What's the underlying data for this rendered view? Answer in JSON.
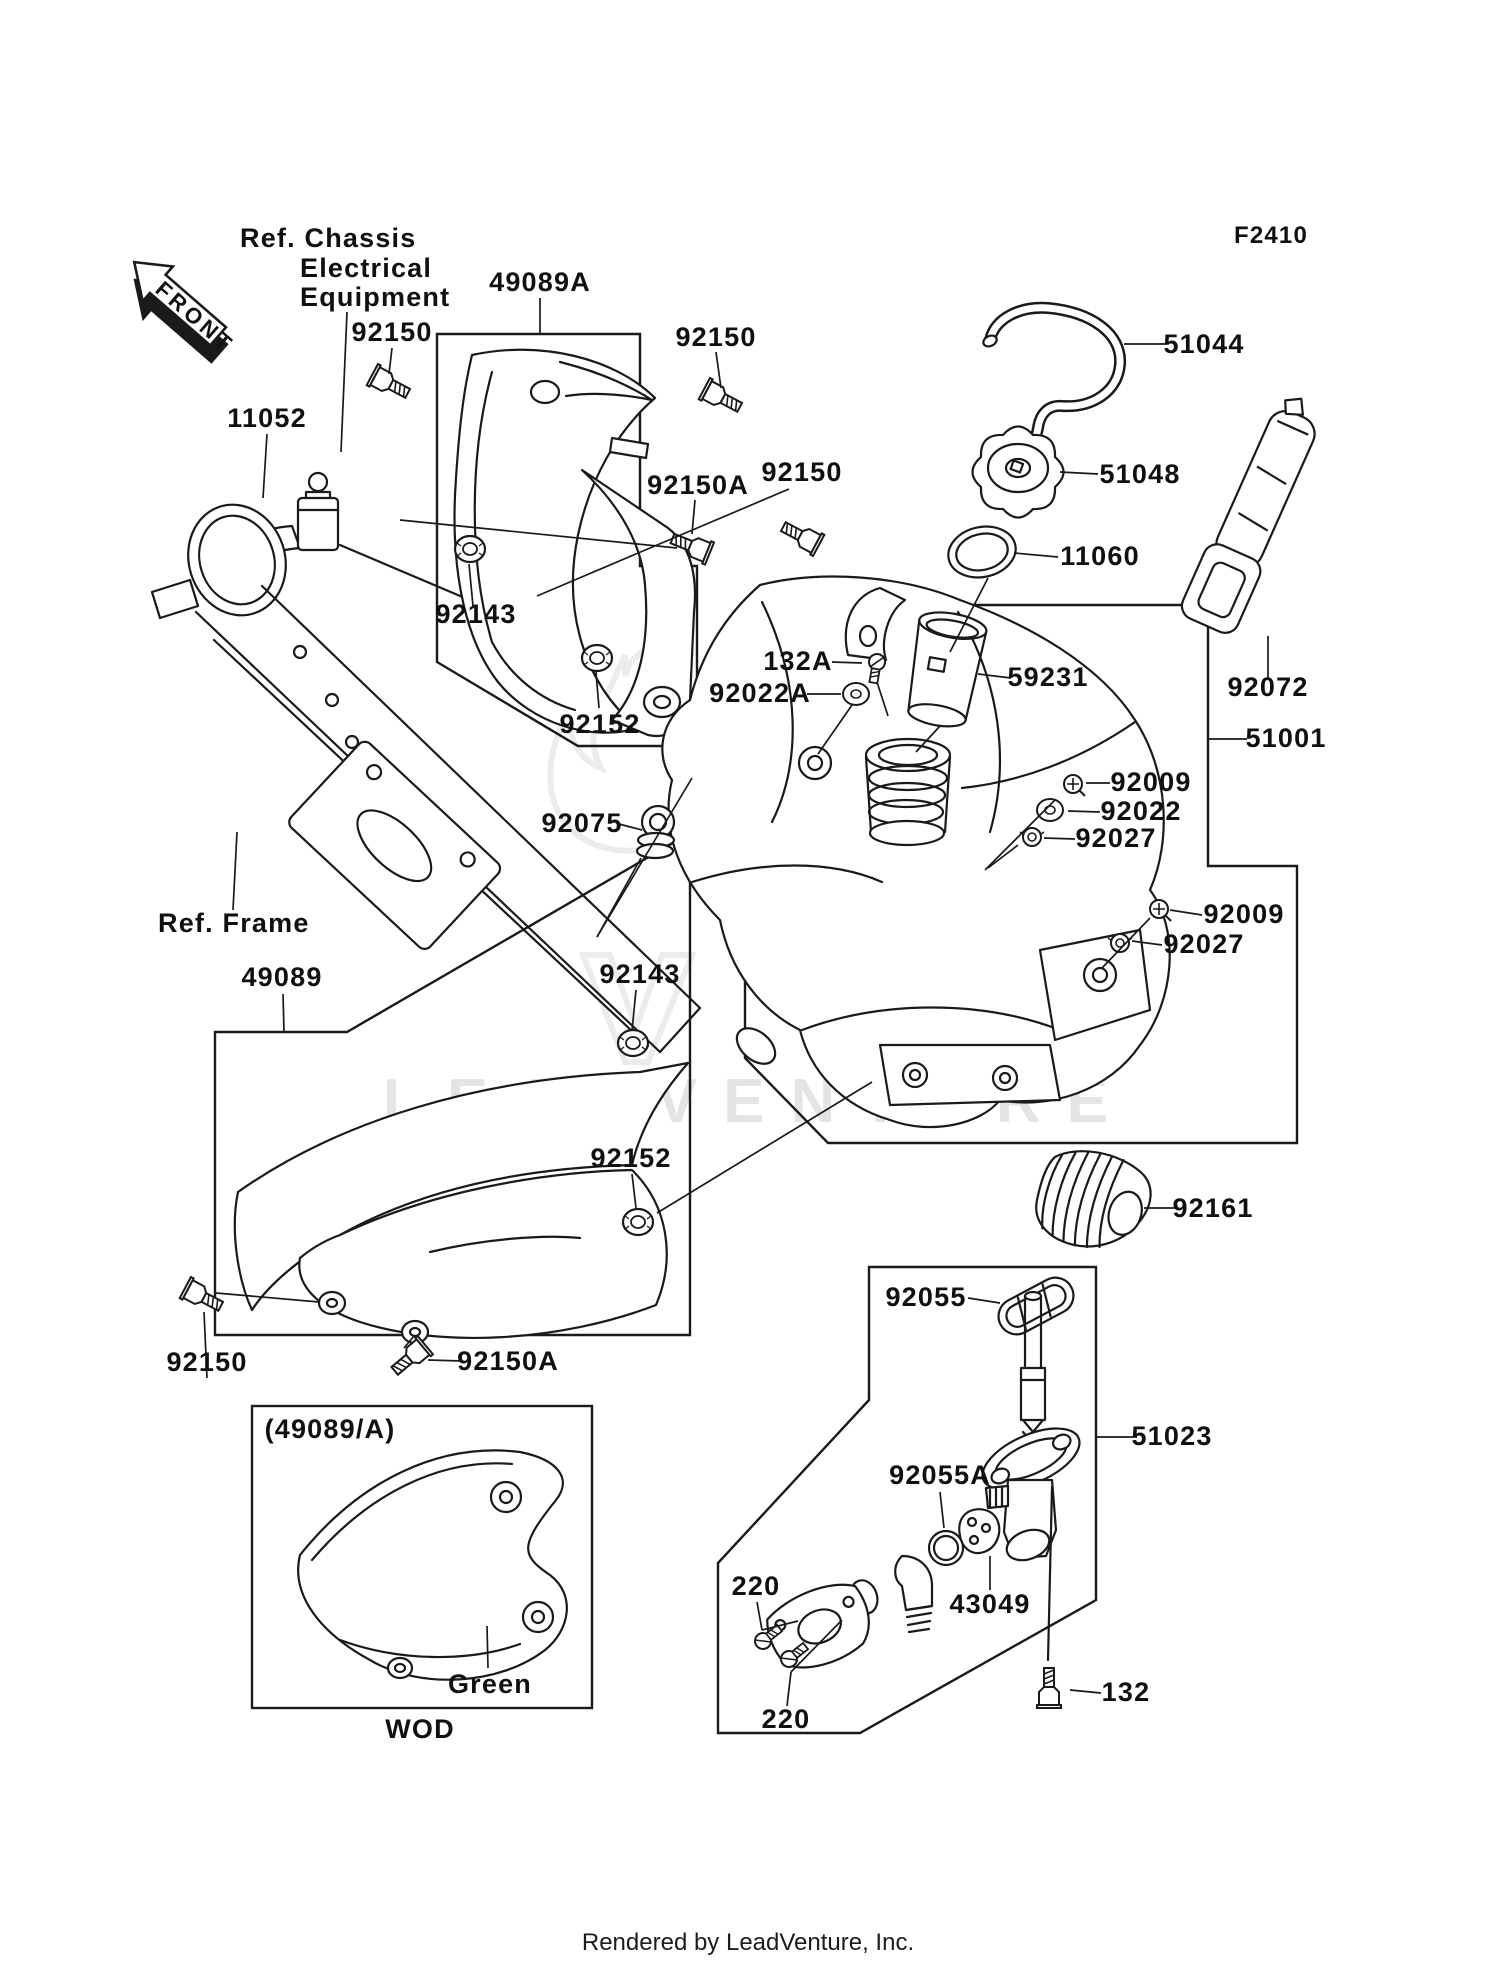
{
  "figure": {
    "code": "F2410",
    "watermark": "LEADVENTURE",
    "credit": "Rendered by LeadVenture, Inc.",
    "ink_color": "#1a1a1a",
    "watermark_color": "#e4e4e4"
  },
  "annotations": {
    "front": "FRONT",
    "ref_chassis_1": "Ref. Chassis",
    "ref_chassis_2": "Electrical",
    "ref_chassis_3": "Equipment",
    "ref_frame": "Ref. Frame",
    "inset_variant": "(49089/A)",
    "inset_color": "Green",
    "inset_code": "WOD"
  },
  "part_numbers": {
    "shroud_a": "49089A",
    "shroud": "49089",
    "bolt_92150": "92150",
    "bolt_92150a": "92150A",
    "bracket_11052": "11052",
    "hose_51044": "51044",
    "cap_51048": "51048",
    "gasket_11060": "11060",
    "pipe_59231": "59231",
    "strap_92072": "92072",
    "tank_51001": "51001",
    "bolt_132a": "132A",
    "washer_92022a": "92022A",
    "screw_92009": "92009",
    "washer_92022": "92022",
    "nut_92027": "92027",
    "damper_92075": "92075",
    "grommet_92143": "92143",
    "collar_92152": "92152",
    "grip_92161": "92161",
    "gasket_92055": "92055",
    "cock_51023": "51023",
    "oring_92055a": "92055A",
    "screw_220": "220",
    "plate_43049": "43049",
    "bolt_132": "132"
  }
}
